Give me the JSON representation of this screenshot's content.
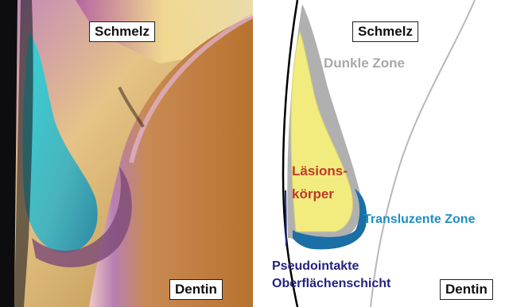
{
  "left_panel": {
    "labels": {
      "enamel": "Schmelz",
      "dentin": "Dentin"
    }
  },
  "right_panel": {
    "labels": {
      "enamel": "Schmelz",
      "dentin": "Dentin",
      "dark_zone": "Dunkle Zone",
      "lesion_body_line1": "Läsions-",
      "lesion_body_line2": "körper",
      "translucent_zone": "Transluzente Zone",
      "surface_layer_line1": "Pseudointakte",
      "surface_layer_line2": "Oberflächenschicht"
    }
  },
  "colors": {
    "dark_zone": "#b0b0b0",
    "lesion_body_fill": "#f2ec7e",
    "lesion_body_text": "#c0392b",
    "translucent_zone": "#1a6fa6",
    "translucent_text": "#1f8fc0",
    "surface_layer_text": "#23237e",
    "dark_zone_text": "#a8a8a8"
  }
}
